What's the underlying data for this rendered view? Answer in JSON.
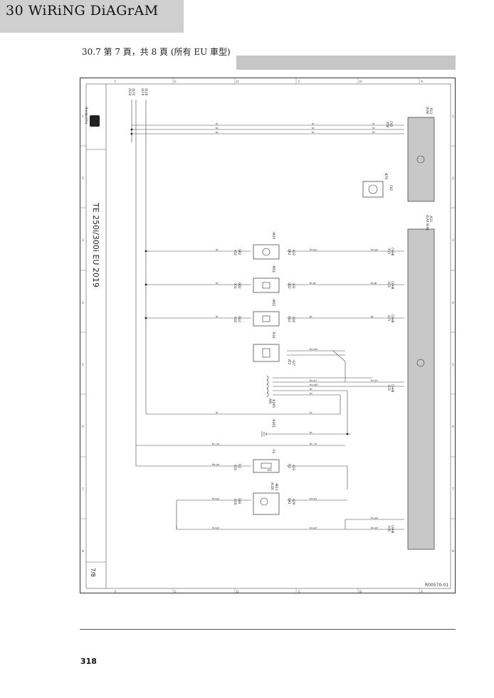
{
  "header": {
    "title": "30 WiRiNG DiAGrAM"
  },
  "caption": {
    "text": "30.7 第 7 頁，共 8 頁 (所有 EU 車型)"
  },
  "diagram": {
    "reference": "R00570-01",
    "model_label": "TE 250i/300i EU 2019",
    "sheet": "7/8",
    "brand": "Husqvarna",
    "column_letters": [
      "F",
      "E",
      "D",
      "C",
      "B",
      "A"
    ],
    "row_numbers": [
      "1",
      "2",
      "3",
      "4",
      "5",
      "6",
      "7",
      "8"
    ],
    "top_refs": [
      "/8.E8",
      "/8.F8",
      "/8.F8",
      "/8.E8"
    ],
    "components": {
      "p13": {
        "id": "-P13",
        "ref": "/8.A6"
      },
      "b70": {
        "id": "-B70"
      },
      "a11": {
        "id": "-A11",
        "ref": "/6.A3 /8.A1"
      },
      "m35": {
        "id": "-M35"
      },
      "m51": {
        "id": "-M51"
      },
      "m52": {
        "id": "-M52"
      },
      "r30": {
        "id": "-R30"
      },
      "x295": {
        "id": "-X295"
      },
      "x301": {
        "id": "-X301"
      },
      "f4": {
        "id": "-F4"
      },
      "m13": {
        "id": "-M13",
        "ref": "/6.D6"
      }
    },
    "connectors": {
      "x58": {
        "id": "-X58",
        "sub": "CV3"
      },
      "cv2": "CV2",
      "x15": "-X15",
      "x32": {
        "id": "-X32",
        "sub": "GR2"
      },
      "x31": {
        "id": "-X31",
        "sub": "GD2"
      },
      "x30": {
        "id": "-X30",
        "sub": "GG2"
      },
      "x27": {
        "id": "-X27",
        "sub": "AT2"
      },
      "x33": {
        "id": "-X33",
        "sub": "FJ2"
      },
      "x29": {
        "id": "-X29",
        "sub": "GA3"
      },
      "ap6": "AP6",
      "x15_sub": "CHH8"
    },
    "wire_colors": {
      "or": "or",
      "br": "br",
      "bugr": "bu-gr",
      "gr": "gr",
      "bugr_alt": "bl-gr",
      "buwh": "bu-wh",
      "bubl": "bu-bl",
      "bkye": "bk-ye",
      "brbr": "br, br"
    },
    "fuse_rating": "10A"
  },
  "page": {
    "number": "318"
  },
  "colors": {
    "header_bg": "#cfcfcf",
    "component_fill": "#c8c8c8",
    "wire": "#444444"
  }
}
